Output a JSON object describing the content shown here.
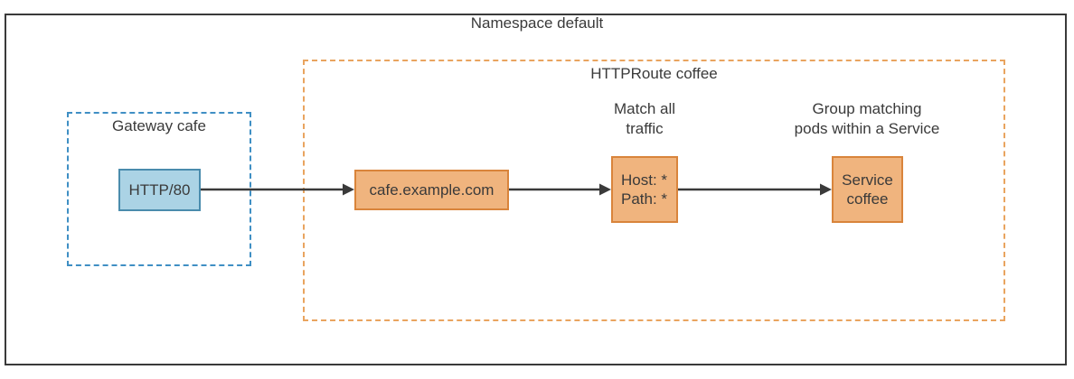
{
  "namespace": {
    "title": "Namespace default"
  },
  "gateway": {
    "title": "Gateway cafe",
    "listener": "HTTP/80"
  },
  "httproute": {
    "title": "HTTPRoute coffee",
    "hostname": "cafe.example.com",
    "match": {
      "line1": "Host: *",
      "line2": "Path: *"
    },
    "backend": {
      "line1": "Service",
      "line2": "coffee"
    }
  },
  "annotations": {
    "match": {
      "line1": "Match all",
      "line2": "traffic"
    },
    "backend": {
      "line1": "Group matching",
      "line2": "pods within a Service"
    }
  },
  "colors": {
    "listener_fill": "#abd3e5",
    "listener_border": "#4a8cad",
    "route_node_fill": "#f0b47e",
    "route_node_border": "#d9843b",
    "gateway_boundary_dash": "#3f8fc4",
    "httproute_boundary_dash": "#e9a45f",
    "arrow": "#3a3a3a",
    "outer_border": "#3a3a3a",
    "text": "#3a3a3a",
    "background": "#ffffff"
  }
}
